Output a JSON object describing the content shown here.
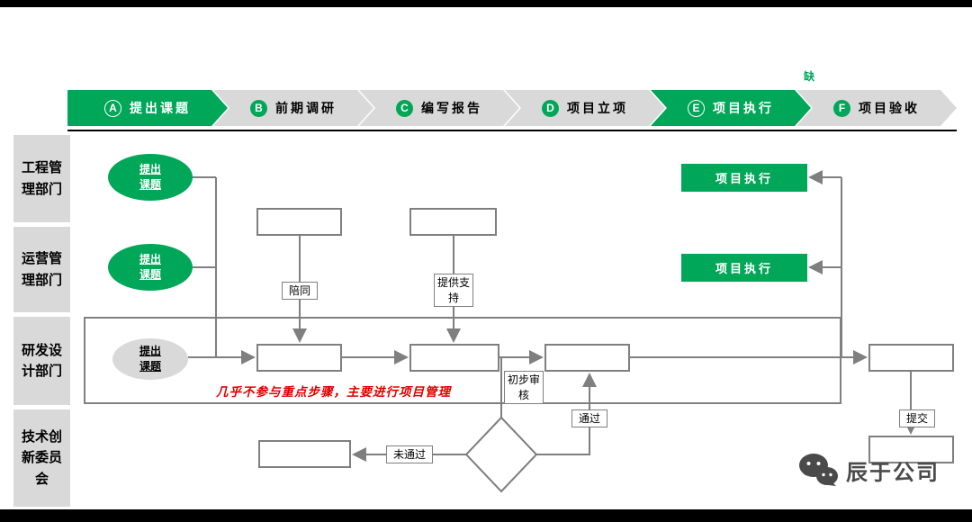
{
  "colors": {
    "green": "#00A758",
    "light_gray": "#D9D9D9",
    "line_gray": "#7F7F7F",
    "red": "#E00000",
    "dark_gray": "#4A4A4A"
  },
  "process_bar": {
    "stages": [
      {
        "letter": "A",
        "label": "提出课题",
        "highlight": true
      },
      {
        "letter": "B",
        "label": "前期调研",
        "highlight": false
      },
      {
        "letter": "C",
        "label": "编写报告",
        "highlight": false
      },
      {
        "letter": "D",
        "label": "项目立项",
        "highlight": false
      },
      {
        "letter": "E",
        "label": "项目执行",
        "highlight": true
      },
      {
        "letter": "F",
        "label": "项目验收",
        "highlight": false
      }
    ],
    "annotation": "缺"
  },
  "lanes": [
    {
      "label": "工程管理部门"
    },
    {
      "label": "运营管理部门"
    },
    {
      "label": "研发设计部门"
    },
    {
      "label": "技术创新委员会"
    }
  ],
  "nodes": {
    "start_engineering": {
      "label": "提出课题"
    },
    "start_operations": {
      "label": "提出课题"
    },
    "start_rd": {
      "label": "提出课题"
    },
    "exec_engineering": {
      "label": "项目执行"
    },
    "exec_operations": {
      "label": "项目执行"
    }
  },
  "edge_labels": {
    "accompany": "陪同",
    "support": "提供支持",
    "review": "初步审核",
    "fail": "未通过",
    "pass": "通过",
    "submit": "提交"
  },
  "red_note": "几乎不参与重点步骤，主要进行项目管理",
  "footer": {
    "company": "辰于公司"
  }
}
